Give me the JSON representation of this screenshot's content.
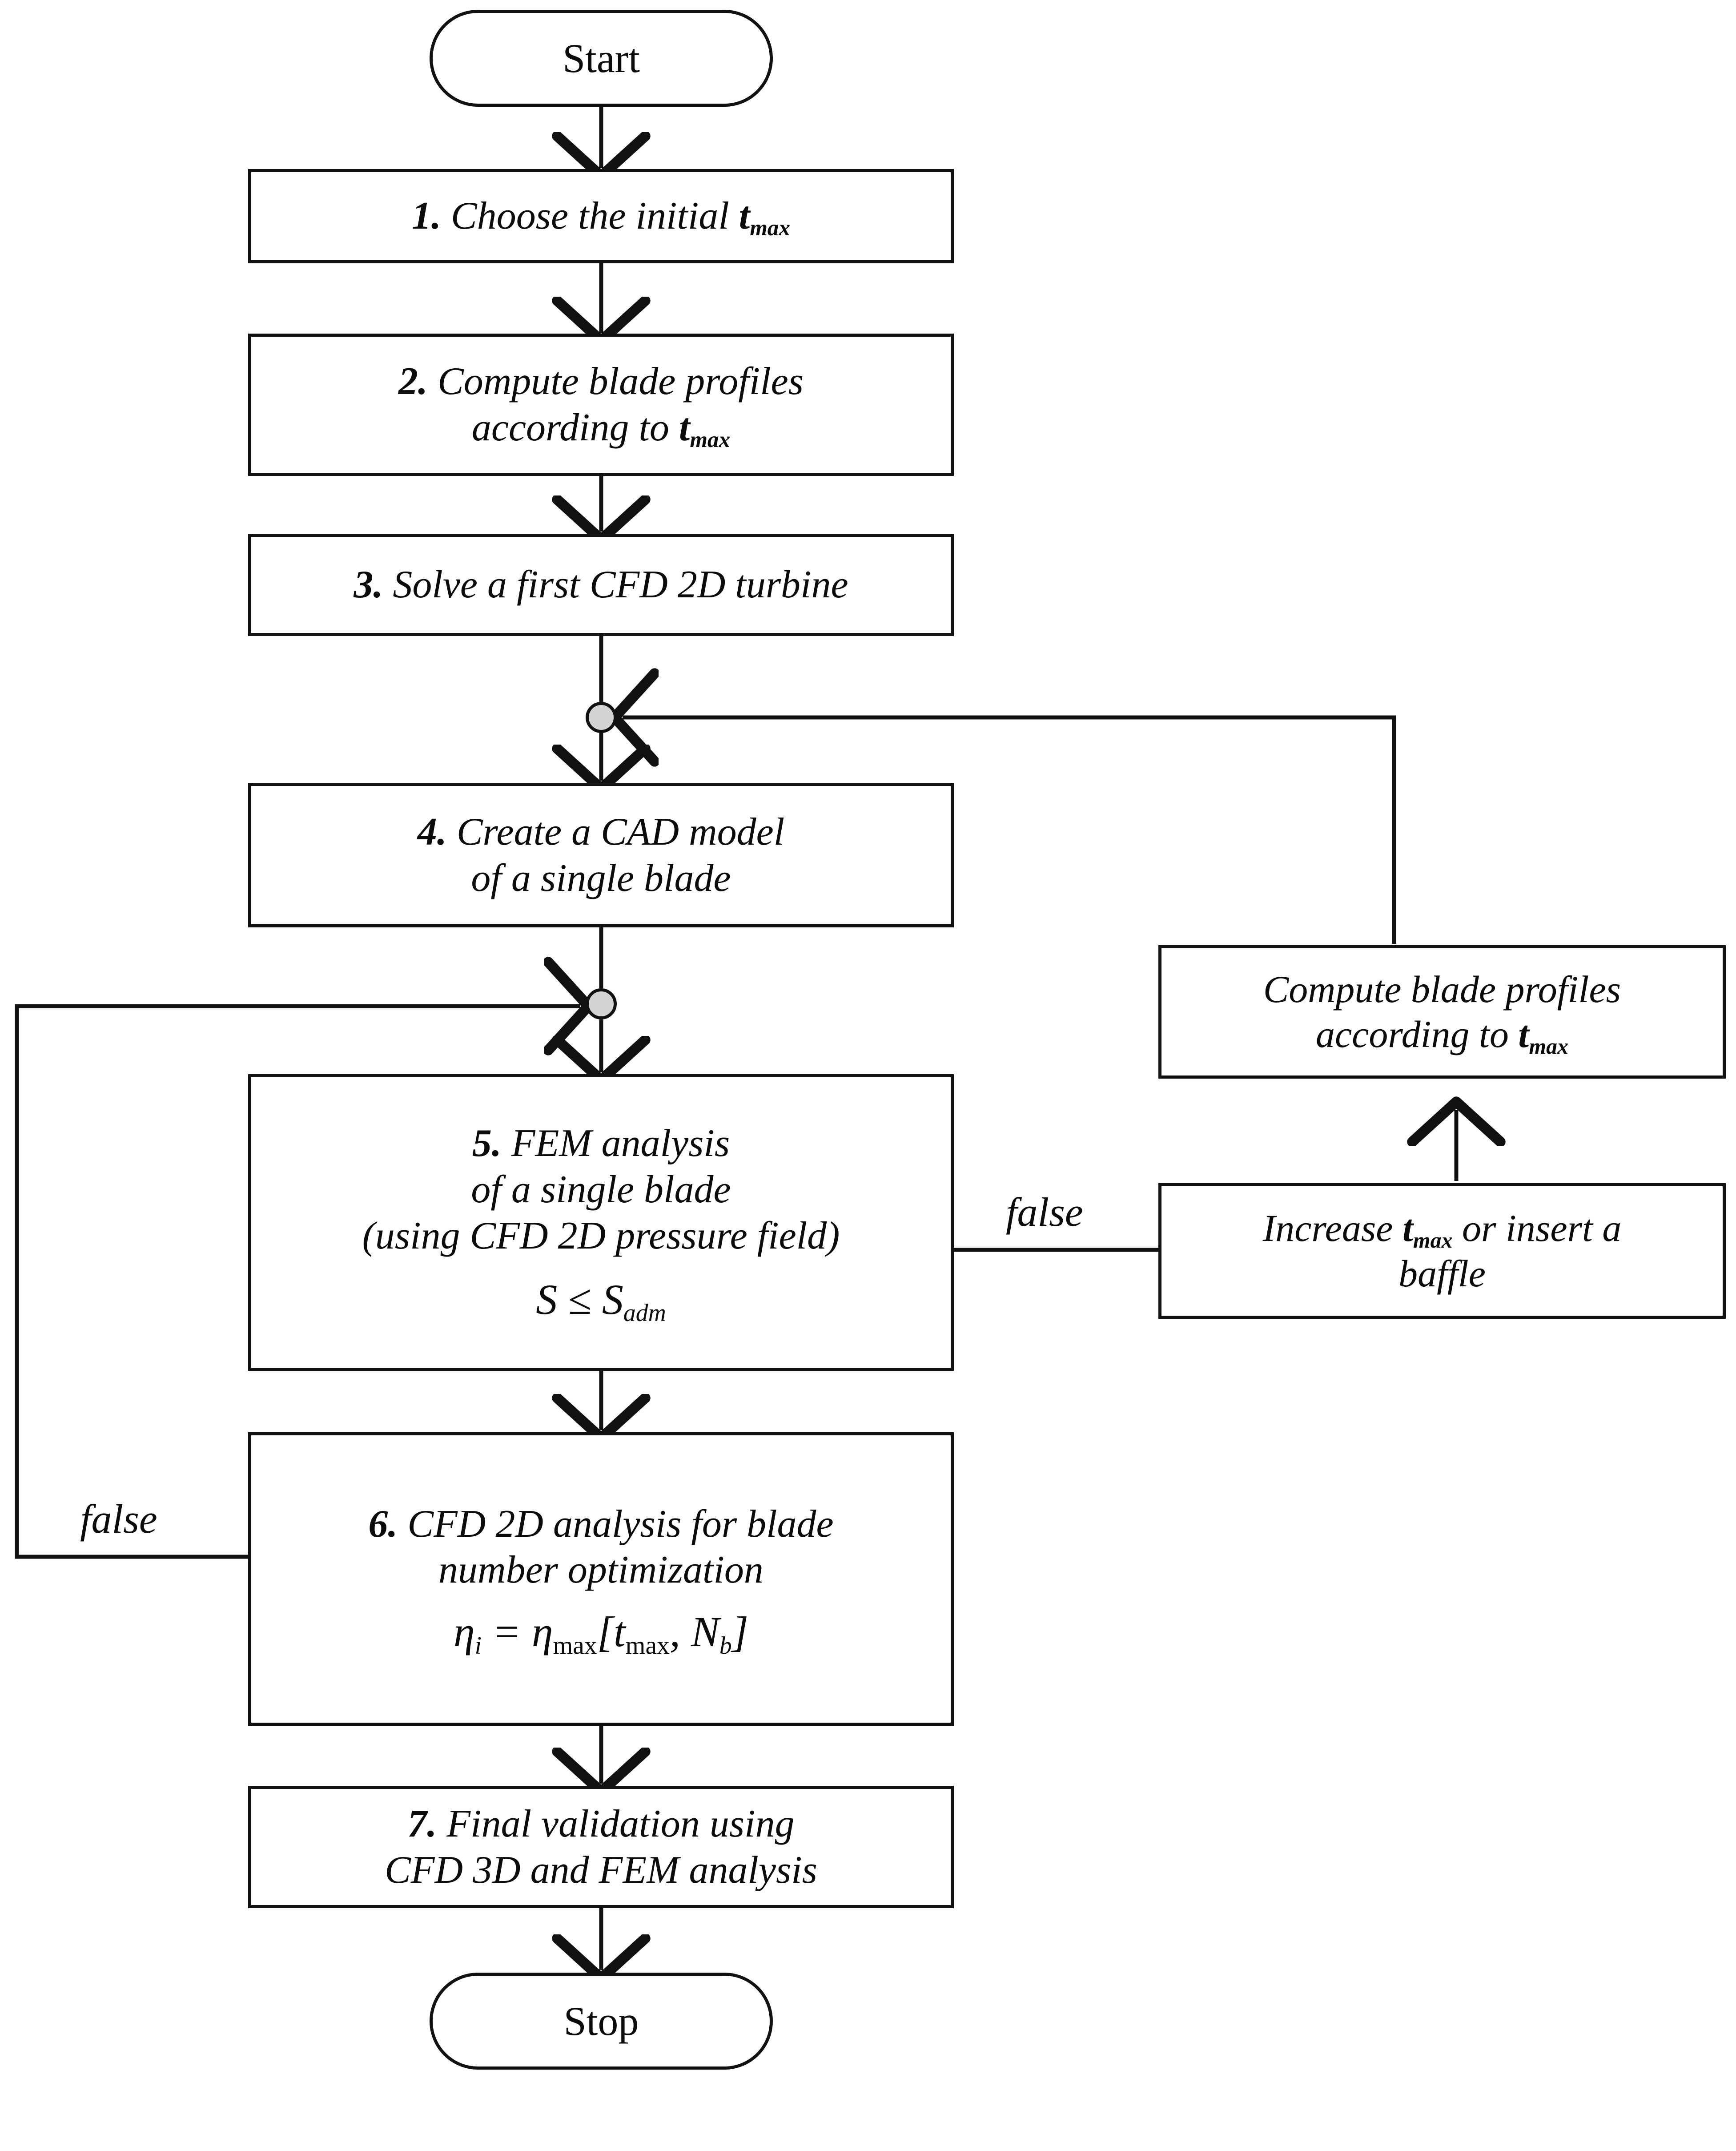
{
  "diagram": {
    "title": "Blade design optimization flowchart",
    "type": "flowchart",
    "stroke_color": "#111111",
    "junction_fill": "#d4d4d4",
    "background": "#ffffff"
  },
  "nodes": {
    "start": {
      "label": "Start",
      "shape": "terminator"
    },
    "step1": {
      "line1_a": "1.",
      "line1_b": " Choose the initial ",
      "line1_c": "t",
      "line1_sub": "max",
      "shape": "process"
    },
    "step2": {
      "line1_a": "2.",
      "line1_b": " Compute blade profiles",
      "line2_a": "according to ",
      "line2_b": "t",
      "line2_sub": "max",
      "shape": "process"
    },
    "step3": {
      "line1_a": "3.",
      "line1_b": " Solve a first CFD 2D turbine",
      "shape": "process"
    },
    "step4": {
      "line1_a": "4.",
      "line1_b": " Create a CAD model",
      "line2": "of a single blade",
      "shape": "process"
    },
    "step5": {
      "line1_a": "5.",
      "line1_b": " FEM analysis",
      "line2": "of a single blade",
      "line3": "(using CFD 2D pressure field)",
      "equation": "S ≤ S",
      "equation_sub": "adm",
      "shape": "process"
    },
    "step6": {
      "line1_a": "6.",
      "line1_b": " CFD 2D analysis for blade",
      "line2": "number optimization",
      "eq_eta": "η",
      "eq_eta_sub": "i",
      "eq_equals": " = ",
      "eq_eta2": "η",
      "eq_eta2_sub": "max",
      "eq_open": "[",
      "eq_t": "t",
      "eq_t_sub": "max",
      "eq_comma": ", ",
      "eq_N": "N",
      "eq_N_sub": "b",
      "eq_close": "]",
      "shape": "process"
    },
    "step7": {
      "line1_a": "7.",
      "line1_b": " Final validation using",
      "line2": "CFD 3D and FEM analysis",
      "shape": "process"
    },
    "stop": {
      "label": "Stop",
      "shape": "terminator"
    },
    "recompute": {
      "line1": "Compute blade profiles",
      "line2_a": "according to ",
      "line2_b": "t",
      "line2_sub": "max",
      "shape": "process"
    },
    "increase": {
      "line1_a": "Increase ",
      "line1_b": "t",
      "line1_sub": "max",
      "line1_c": " or insert a",
      "line2": "baffle",
      "shape": "process"
    }
  },
  "edge_labels": {
    "false_right": "false",
    "false_left": "false"
  },
  "junctions": [
    {
      "name": "junction-after-step3"
    },
    {
      "name": "junction-after-step4"
    }
  ]
}
